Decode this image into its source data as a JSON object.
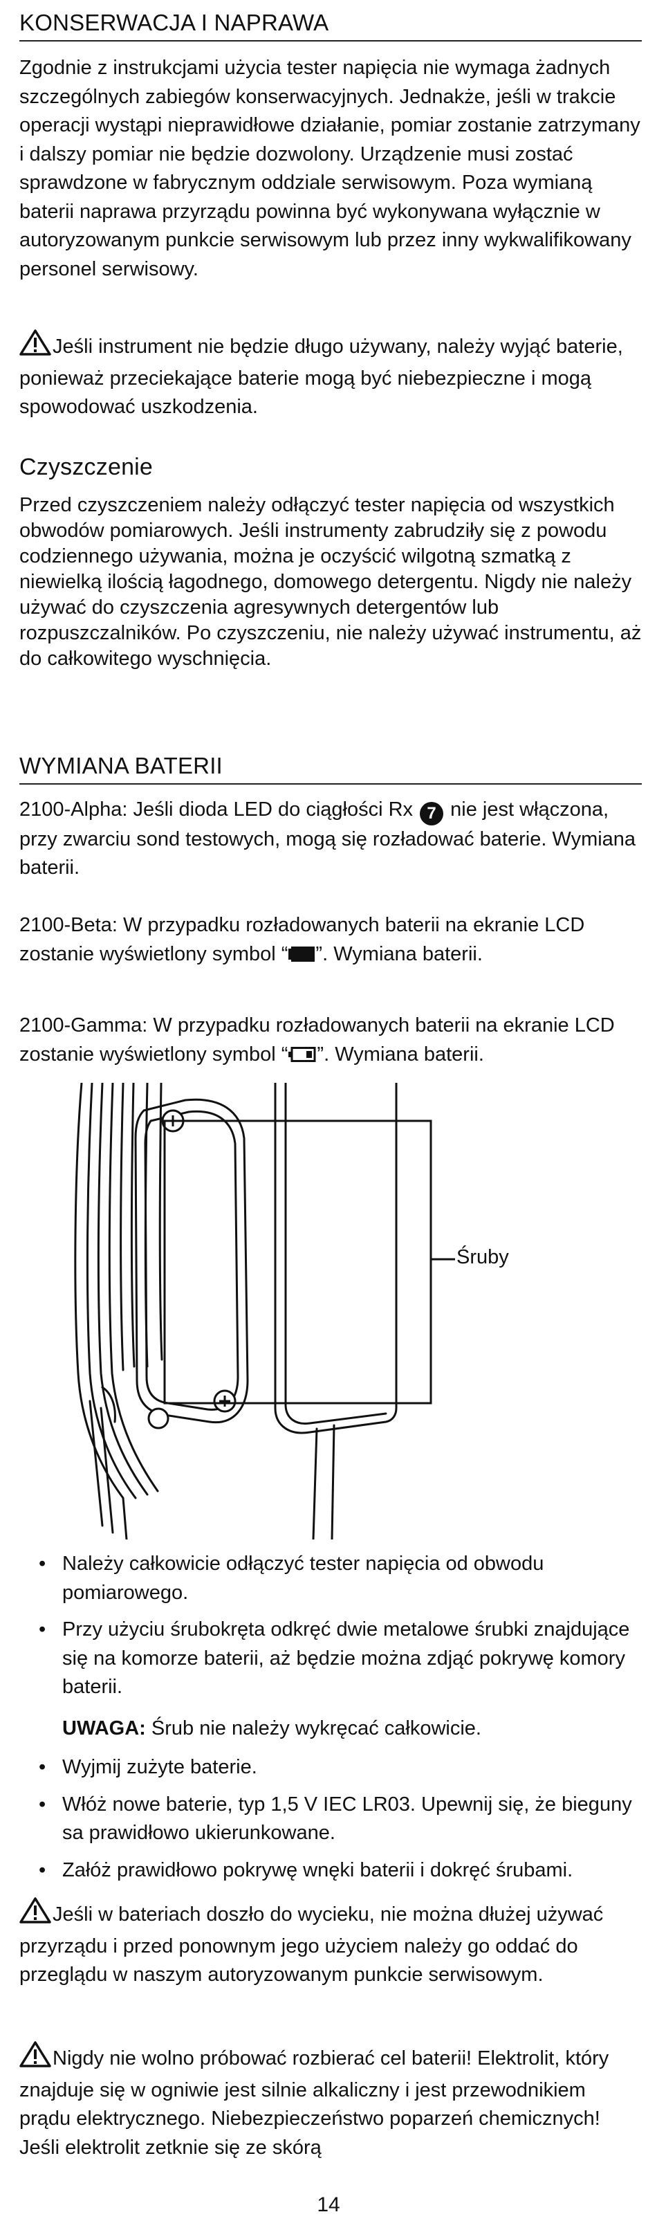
{
  "section1": {
    "heading": "KONSERWACJA I NAPRAWA",
    "para1": "Zgodnie z instrukcjami użycia tester napięcia nie wymaga żadnych szczególnych zabiegów konserwacyjnych. Jednakże, jeśli w trakcie operacji wystąpi nieprawidłowe działanie, pomiar zostanie zatrzymany i dalszy pomiar nie będzie dozwolony. Urządzenie musi zostać sprawdzone w fabrycznym oddziale serwisowym. Poza wymianą baterii naprawa przyrządu powinna być wykonywana wyłącznie w autoryzowanym punkcie serwisowym lub przez inny wykwalifikowany personel serwisowy.",
    "warning": "Jeśli instrument nie będzie długo używany, należy wyjąć baterie, ponieważ przeciekające baterie mogą być niebezpieczne i mogą spowodować uszkodzenia."
  },
  "cleaning": {
    "heading": "Czyszczenie",
    "text": "Przed czyszczeniem należy odłączyć tester napięcia od wszystkich obwodów pomiarowych. Jeśli instrumenty zabrudziły się z powodu codziennego używania, można je oczyścić wilgotną szmatką z niewielką ilością łagodnego, domowego detergentu. Nigdy nie należy używać do czyszczenia agresywnych detergentów lub rozpuszczalników. Po czyszczeniu, nie należy używać instrumentu, aż do całkowitego wyschnięcia."
  },
  "battery": {
    "heading": "WYMIANA BATERII",
    "alpha_before": "2100-Alpha: Jeśli dioda LED do ciągłości Rx ",
    "alpha_badge": "7",
    "alpha_after": " nie jest włączona, przy zwarciu sond testowych, mogą się rozładować baterie. Wymiana baterii.",
    "beta_before": "2100-Beta: W przypadku rozładowanych baterii na ekranie LCD zostanie wyświetlony symbol “",
    "beta_after": "”. Wymiana baterii.",
    "gamma_before": "2100-Gamma: W przypadku rozładowanych baterii na ekranie LCD zostanie wyświetlony symbol “",
    "gamma_after": "”. Wymiana baterii.",
    "figure_label": "Śruby",
    "steps": [
      "Należy całkowicie odłączyć tester napięcia od obwodu pomiarowego.",
      "Przy użyciu śrubokręta odkręć dwie metalowe śrubki znajdujące się na komorze baterii, aż będzie można zdjąć pokrywę komory baterii."
    ],
    "note_label": "UWAGA:",
    "note_text": " Śrub nie należy wykręcać całkowicie.",
    "steps2": [
      "Wyjmij zużyte baterie.",
      "Włóż nowe baterie, typ 1,5 V IEC LR03. Upewnij się, że bieguny sa prawidłowo ukierunkowane.",
      "Załóż prawidłowo pokrywę wnęki baterii i dokręć śrubami."
    ],
    "warning1": "Jeśli w bateriach doszło do wycieku, nie można dłużej używać przyrządu i przed ponownym jego użyciem należy go oddać do przeglądu w naszym autoryzowanym punkcie serwisowym.",
    "warning2": "Nigdy nie wolno próbować rozbierać cel baterii! Elektrolit, który znajduje się w ogniwie jest silnie alkaliczny i jest przewodnikiem prądu elektrycznego. Niebezpieczeństwo poparzeń chemicznych! Jeśli elektrolit zetknie się ze skórą"
  },
  "page_number": "14"
}
